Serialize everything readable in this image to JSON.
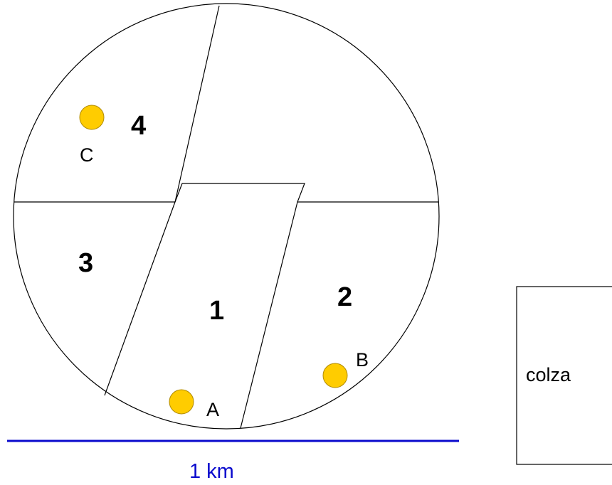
{
  "zones": [
    {
      "id": "1",
      "label": "1"
    },
    {
      "id": "2",
      "label": "2"
    },
    {
      "id": "3",
      "label": "3"
    },
    {
      "id": "4",
      "label": "4"
    }
  ],
  "sampling_points": [
    {
      "id": "A",
      "label": "A"
    },
    {
      "id": "B",
      "label": "B"
    },
    {
      "id": "C",
      "label": "C"
    }
  ],
  "scale_bar": {
    "label": "1 km"
  },
  "legend": {
    "label": "colza"
  },
  "colors": {
    "point_fill": "#FFCC00",
    "scale_bar": "#0A0ACD",
    "outline": "#000000"
  }
}
